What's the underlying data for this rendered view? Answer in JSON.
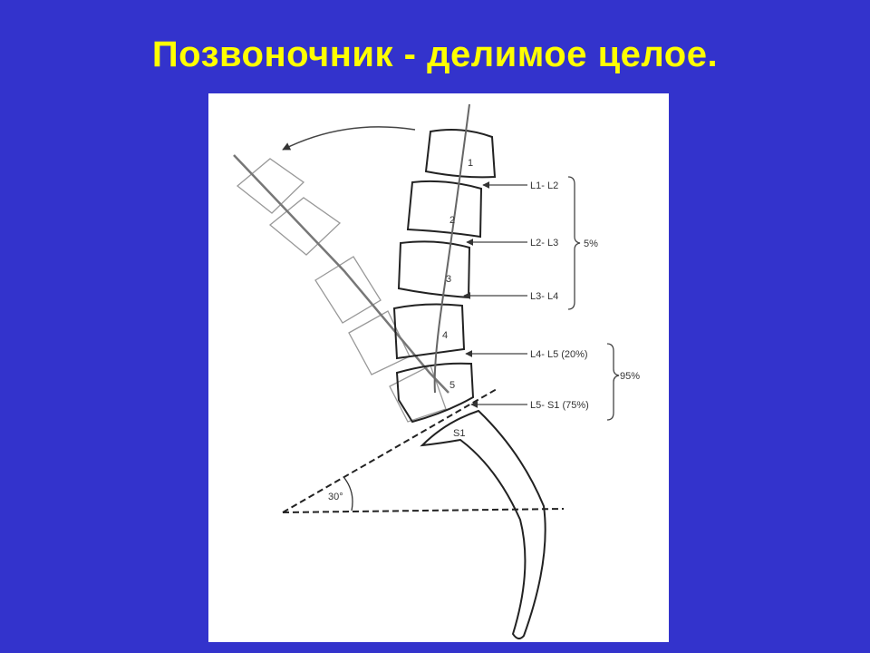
{
  "slide": {
    "title": "Позвоночник - делимое целое.",
    "colors": {
      "background": "#3333cc",
      "title": "#ffff00"
    }
  },
  "figure": {
    "vertebrae": [
      "1",
      "2",
      "3",
      "4",
      "5"
    ],
    "sacrum_label": "S1",
    "segments": {
      "l1_l2": "L1- L2",
      "l2_l3": "L2- L3",
      "l3_l4": "L3- L4",
      "l4_l5": "L4- L5 (20%)",
      "l5_s1": "L5- S1 (75%)"
    },
    "group_upper_percent": "5%",
    "group_lower_percent": "95%",
    "angle_label": "30°"
  }
}
